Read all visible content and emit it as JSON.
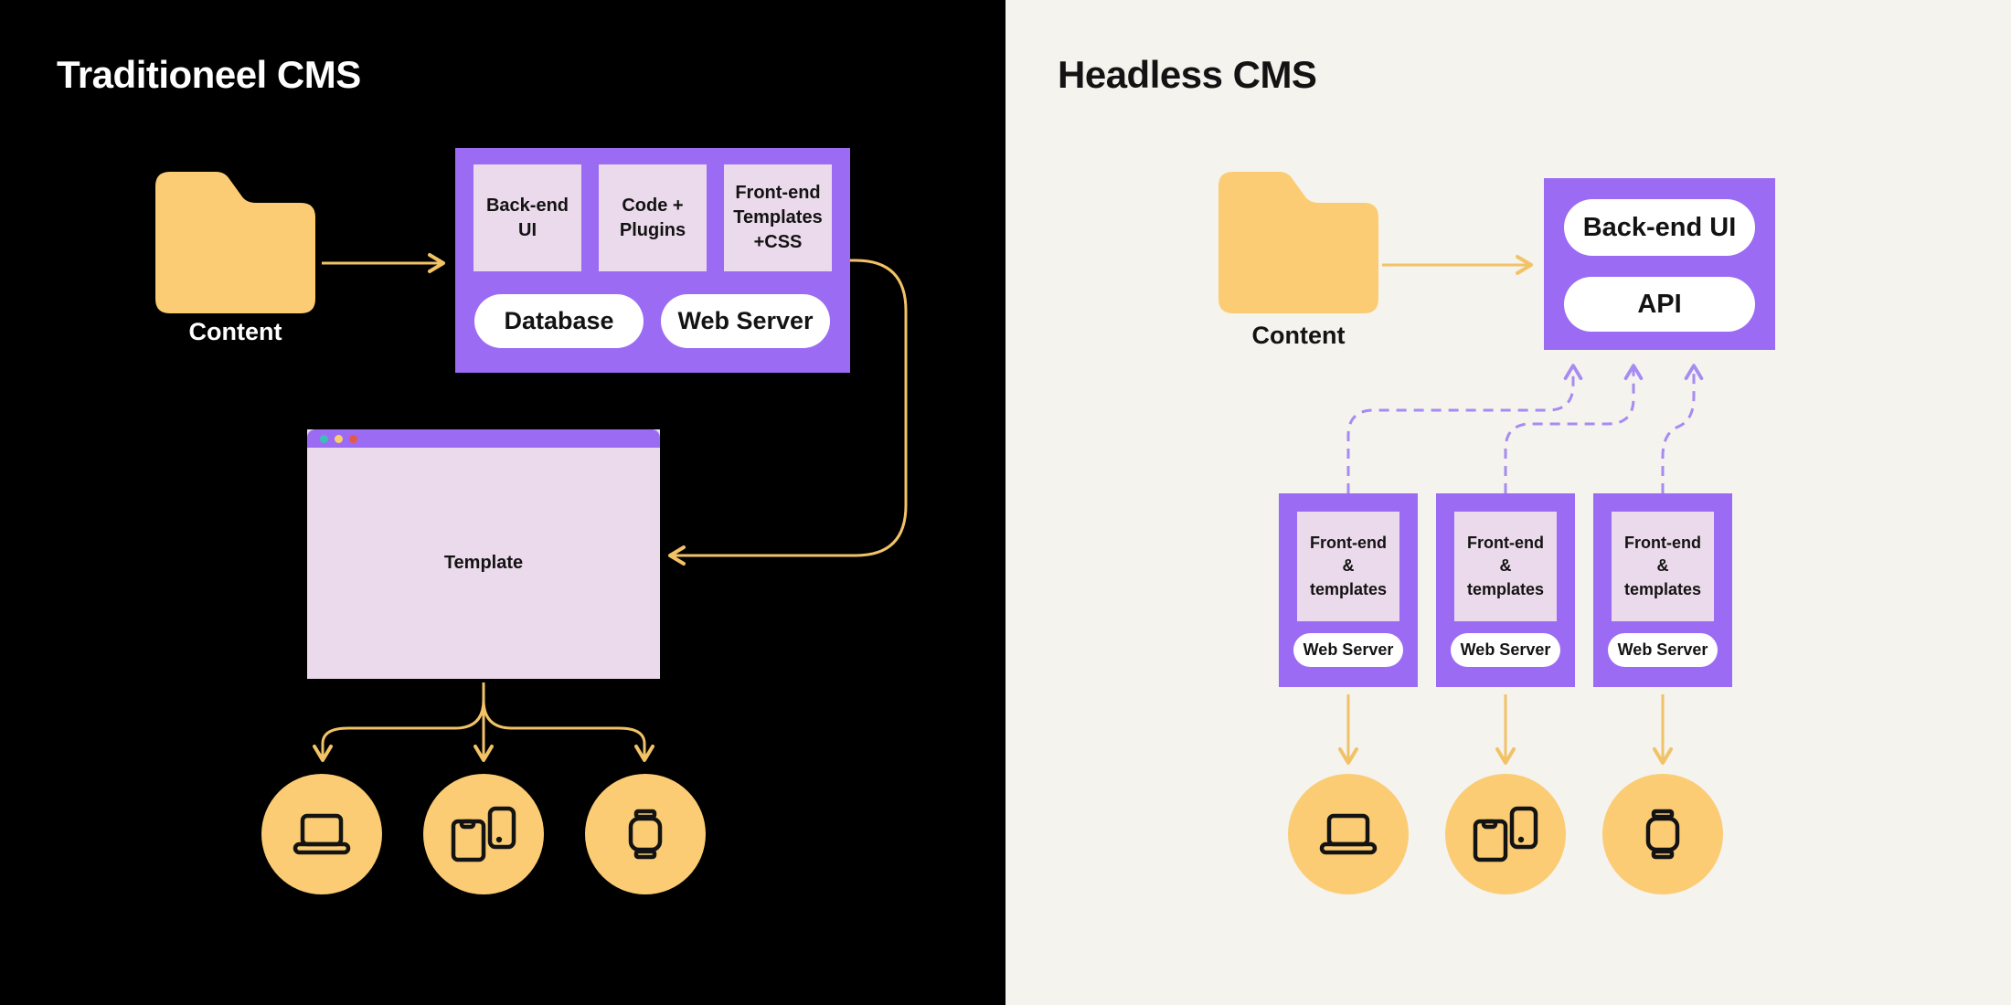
{
  "left": {
    "title": "Traditioneel CMS",
    "folder_label": "Content",
    "cms_box": {
      "modules": [
        {
          "label": "Back-end\nUI"
        },
        {
          "label": "Code +\nPlugins"
        },
        {
          "label": "Front-end\nTemplates\n+CSS"
        }
      ],
      "pills": [
        {
          "label": "Database"
        },
        {
          "label": "Web Server"
        }
      ]
    },
    "browser": {
      "label": "Template"
    },
    "devices": [
      "laptop",
      "mobile-devices",
      "smartwatch"
    ]
  },
  "right": {
    "title": "Headless CMS",
    "folder_label": "Content",
    "backend_box": {
      "pills": [
        {
          "label": "Back-end UI"
        },
        {
          "label": "API"
        }
      ]
    },
    "frontend_boxes": [
      {
        "label": "Front-end\n&\ntemplates",
        "pill": "Web Server"
      },
      {
        "label": "Front-end\n&\ntemplates",
        "pill": "Web Server"
      },
      {
        "label": "Front-end\n&\ntemplates",
        "pill": "Web Server"
      }
    ],
    "devices": [
      "laptop",
      "mobile-devices",
      "smartwatch"
    ]
  },
  "colors": {
    "left_background": "#000000",
    "right_background": "#F4F3EE",
    "purple": "#9B6CF3",
    "light_pink": "#EBDAEB",
    "folder_yellow": "#FBCC74",
    "arrow_yellow": "#F2C266",
    "dashed_purple": "#A78BF2",
    "white": "#FFFFFF",
    "dot_teal": "#3CBFB4",
    "dot_yellow": "#F7D06A",
    "dot_red": "#E4584C",
    "icon_black": "#131313"
  }
}
